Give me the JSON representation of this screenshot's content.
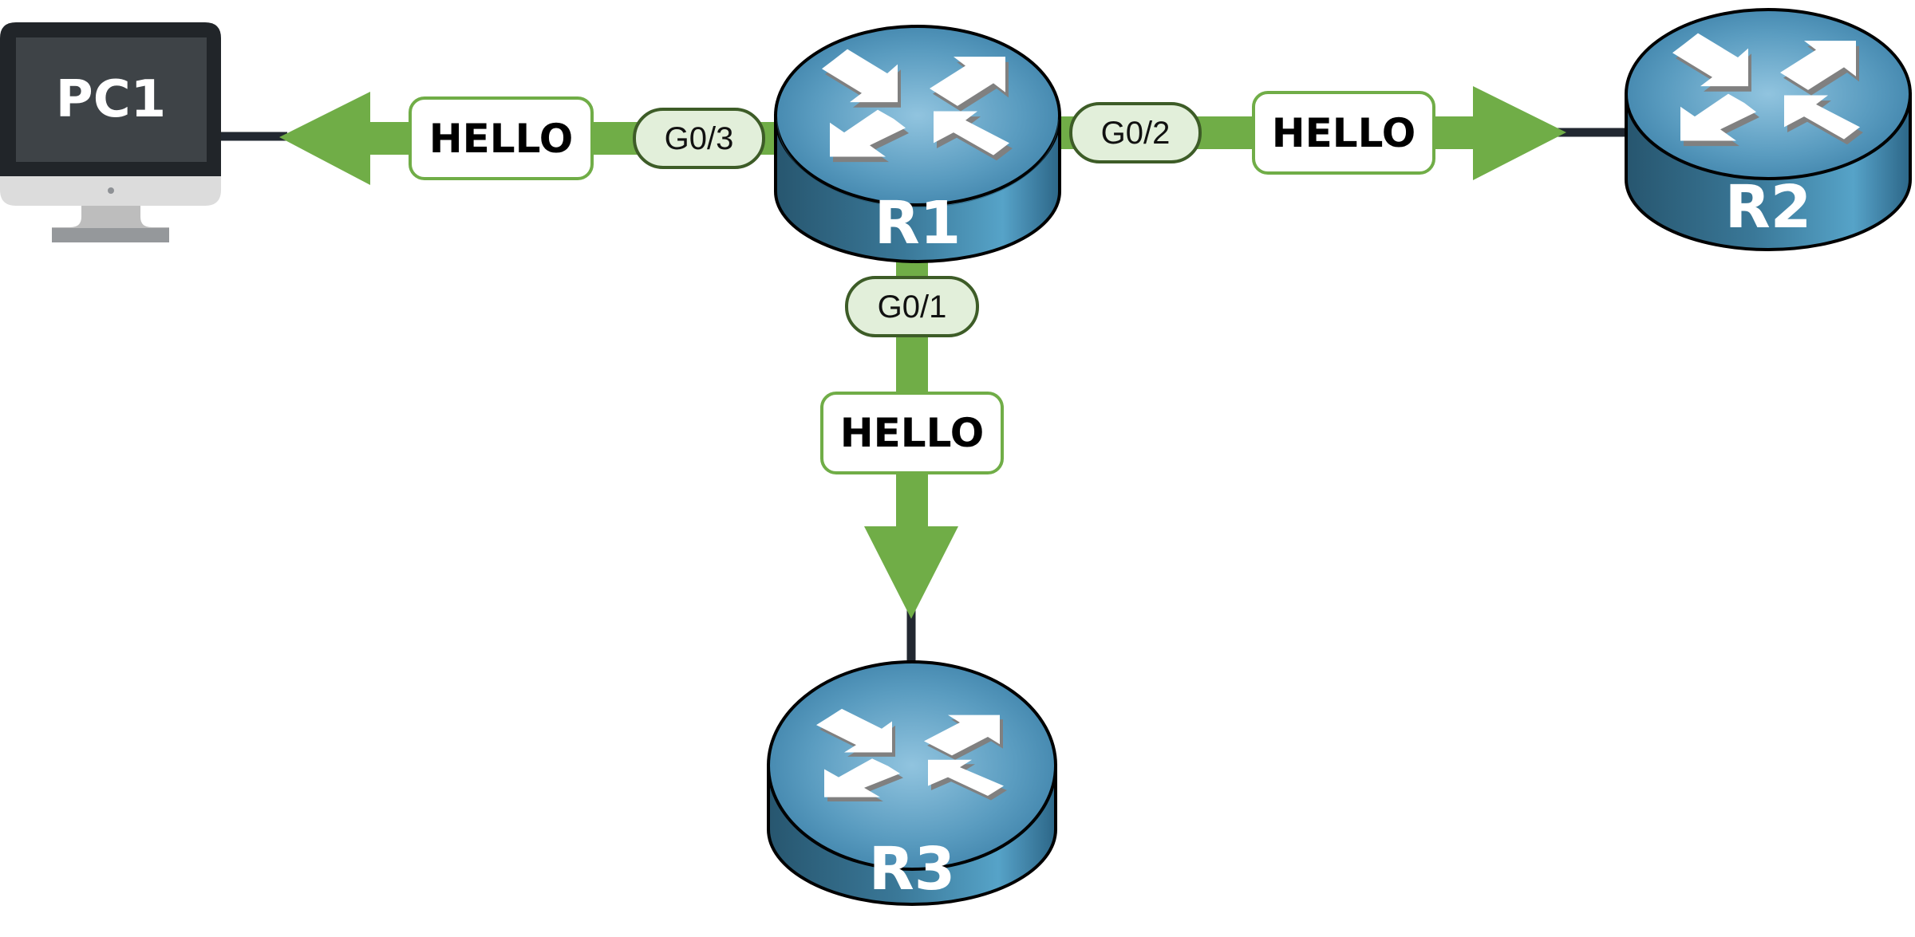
{
  "diagram": {
    "nodes": {
      "pc1": {
        "label": "PC1",
        "type": "pc"
      },
      "r1": {
        "label": "R1",
        "type": "router"
      },
      "r2": {
        "label": "R2",
        "type": "router"
      },
      "r3": {
        "label": "R3",
        "type": "router"
      }
    },
    "interfaces": {
      "g03": "G0/3",
      "g02": "G0/2",
      "g01": "G0/1"
    },
    "messages": {
      "to_pc1": "HELLO",
      "to_r2": "HELLO",
      "to_r3": "HELLO"
    },
    "links": [
      {
        "from": "R1",
        "interface": "G0/3",
        "to": "PC1",
        "message": "HELLO",
        "direction": "R1 -> PC1"
      },
      {
        "from": "R1",
        "interface": "G0/2",
        "to": "R2",
        "message": "HELLO",
        "direction": "R1 -> R2"
      },
      {
        "from": "R1",
        "interface": "G0/1",
        "to": "R3",
        "message": "HELLO",
        "direction": "R1 -> R3"
      }
    ],
    "colors": {
      "arrow_green": "#70ad47",
      "pill_fill": "#e2efda",
      "pill_stroke": "#3d5c27",
      "router_blue": "#3f86ad",
      "cable": "#222831"
    }
  }
}
